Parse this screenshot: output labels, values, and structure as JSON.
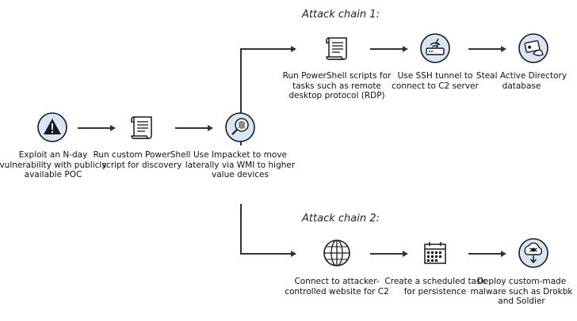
{
  "chain_labels": {
    "chain1": "Attack chain 1:",
    "chain2": "Attack chain 2:"
  },
  "steps": {
    "exploit": "Exploit an N-day vulnerability with publicly available POC",
    "run_script": "Run custom PowerShell script for discovery",
    "impacket": "Use Impacket to move laterally via WMI to higher value devices",
    "powershell_tasks": "Run PowerShell scripts for tasks such as remote desktop protocol (RDP)",
    "ssh_tunnel": "Use SSH tunnel to connect to C2 server",
    "steal_ad": "Steal Active Directory database",
    "connect_website": "Connect to attacker-controlled website for C2",
    "scheduled_task": "Create a scheduled task for persistence",
    "deploy_malware": "Deploy custom-made malware such as Drokbk and Soldier"
  },
  "icons": {
    "exploit": "warning-icon",
    "run_script": "script-scroll-icon",
    "impacket": "fingerprint-search-icon",
    "powershell_tasks": "script-scroll-icon",
    "ssh_tunnel": "router-icon",
    "steal_ad": "id-card-theft-icon",
    "connect_website": "globe-icon",
    "scheduled_task": "calendar-icon",
    "deploy_malware": "malware-download-icon"
  },
  "colors": {
    "icon_fill": "#d6e6f5",
    "icon_stroke": "#1a1a1a",
    "arrow": "#333333"
  }
}
